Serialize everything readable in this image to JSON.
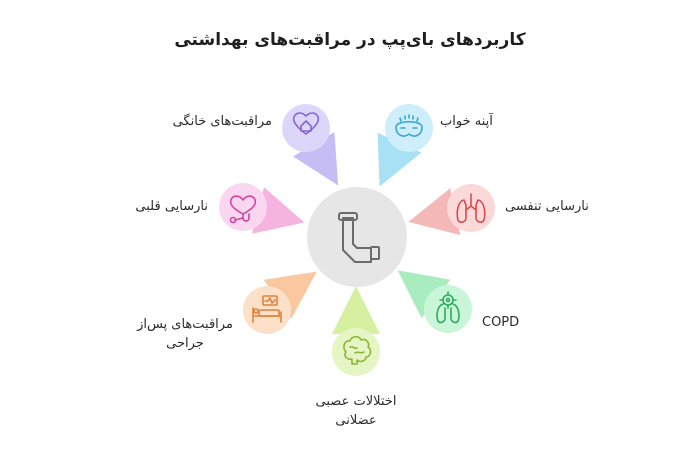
{
  "title": "کاربردهای بای‌پپ در مراقبت‌های بهداشتی",
  "center": {
    "icon": "inhaler-icon"
  },
  "items": [
    {
      "label": "مراقبت‌های خانگی",
      "icon": "house-heart-icon",
      "color": "#ddd6fb"
    },
    {
      "label": "آپنه خواب",
      "icon": "sleep-mask-icon",
      "color": "#cdeefa"
    },
    {
      "label": "نارسایی قلبی",
      "icon": "stethoscope-heart-icon",
      "color": "#fbd6f0"
    },
    {
      "label": "نارسایی تنفسی",
      "icon": "lungs-icon",
      "color": "#fbd9d9"
    },
    {
      "label": "مراقبت‌های پس‌از جراحی",
      "icon": "hospital-bed-icon",
      "color": "#fde0c8"
    },
    {
      "label": "COPD",
      "icon": "lungs-virus-icon",
      "color": "#c9f5d8"
    },
    {
      "label": "اختلالات عصبی عضلانی",
      "icon": "brain-icon",
      "color": "#e6f5c4"
    }
  ]
}
